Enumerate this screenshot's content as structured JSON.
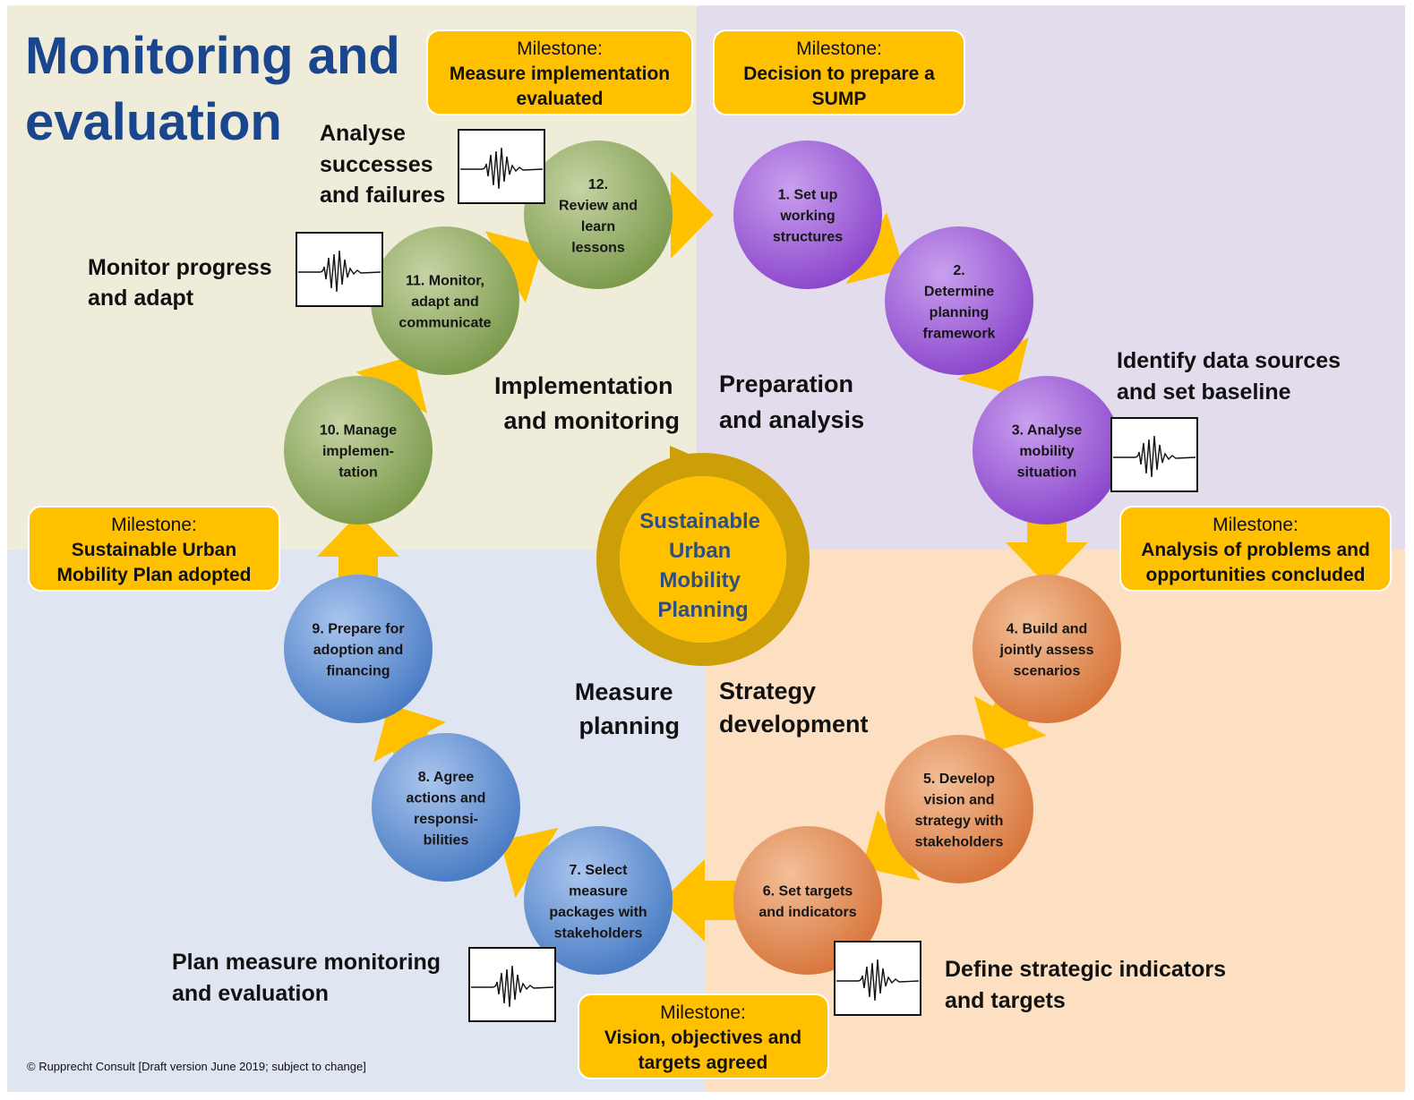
{
  "title": [
    "Monitoring and",
    "evaluation"
  ],
  "colors": {
    "quad_implementation": "#efedd9",
    "quad_preparation": "#e3dcec",
    "quad_measure": "#dfe5f1",
    "quad_strategy": "#fce0c1",
    "milestone_fill": "#ffc000",
    "arrow_fill": "#ffc000",
    "ring": "#cc9f08",
    "center_fill": "#ffc000",
    "step_green": "#8fa95d",
    "step_purple": "#9b59d6",
    "step_orange": "#e08650",
    "step_blue": "#5b8cd0",
    "title": "#1a4690",
    "center_text": "#2f4f80"
  },
  "center": [
    "Sustainable",
    "Urban",
    "Mobility",
    "Planning"
  ],
  "sections": {
    "implementation": [
      "Implementation",
      "and monitoring"
    ],
    "preparation": [
      "Preparation",
      "and analysis"
    ],
    "measure": [
      "Measure",
      "planning"
    ],
    "strategy": [
      "Strategy",
      "development"
    ]
  },
  "steps": [
    {
      "lines": [
        "1. Set up",
        "working",
        "structures"
      ],
      "color": "purple"
    },
    {
      "lines": [
        "2.",
        "Determine",
        "planning",
        "framework"
      ],
      "color": "purple"
    },
    {
      "lines": [
        "3. Analyse",
        "mobility",
        "situation"
      ],
      "color": "purple"
    },
    {
      "lines": [
        "4. Build and",
        "jointly assess",
        "scenarios"
      ],
      "color": "orange"
    },
    {
      "lines": [
        "5. Develop",
        "vision and",
        "strategy with",
        "stakeholders"
      ],
      "color": "orange"
    },
    {
      "lines": [
        "6. Set targets",
        "and indicators"
      ],
      "color": "orange"
    },
    {
      "lines": [
        "7. Select",
        "measure",
        "packages with",
        "stakeholders"
      ],
      "color": "blue"
    },
    {
      "lines": [
        "8. Agree",
        "actions and",
        "responsi-",
        "bilities"
      ],
      "color": "blue"
    },
    {
      "lines": [
        "9. Prepare for",
        "adoption and",
        "financing"
      ],
      "color": "blue"
    },
    {
      "lines": [
        "10. Manage",
        "implemen-",
        "tation"
      ],
      "color": "green"
    },
    {
      "lines": [
        "11. Monitor,",
        "adapt and",
        "communicate"
      ],
      "color": "green"
    },
    {
      "lines": [
        "12.",
        "Review and",
        "learn",
        "lessons"
      ],
      "color": "green"
    }
  ],
  "milestones": [
    {
      "label": "Milestone:",
      "body": [
        "Measure implementation",
        "evaluated"
      ]
    },
    {
      "label": "Milestone:",
      "body": [
        "Decision to prepare a",
        "SUMP"
      ]
    },
    {
      "label": "Milestone:",
      "body": [
        "Analysis of problems and",
        "opportunities concluded"
      ]
    },
    {
      "label": "Milestone:",
      "body": [
        "Vision, objectives and",
        "targets agreed"
      ]
    },
    {
      "label": "Milestone:",
      "body": [
        "Sustainable Urban",
        "Mobility Plan adopted"
      ]
    }
  ],
  "annotations": {
    "analyse": [
      "Analyse",
      "successes",
      "and failures"
    ],
    "monitor": [
      "Monitor progress",
      "and adapt"
    ],
    "identify": [
      "Identify data sources",
      "and set baseline"
    ],
    "define": [
      "Define strategic indicators",
      "and targets"
    ],
    "plan": [
      "Plan measure monitoring",
      "and evaluation"
    ]
  },
  "monitor_icon": "waveform-icon",
  "copyright": "© Rupprecht Consult [Draft version June 2019; subject to change]"
}
